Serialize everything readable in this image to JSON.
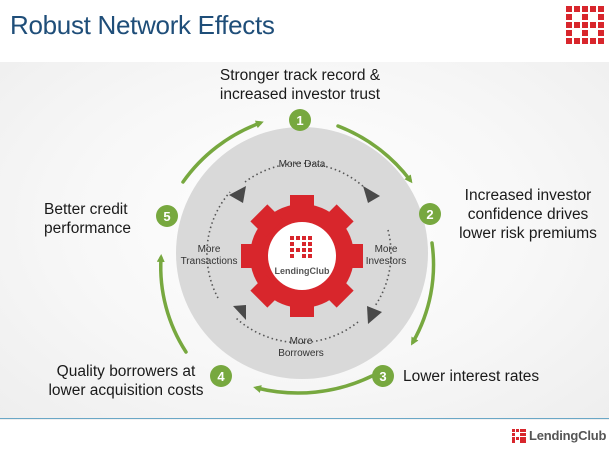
{
  "title": "Robust Network Effects",
  "colors": {
    "title": "#1f4e79",
    "green": "#77a83f",
    "brand_red": "#d8262c",
    "circle_gray": "#d9d9d9",
    "inner_arrow": "#555555"
  },
  "outer_steps": [
    {
      "number": "1",
      "line1": "Stronger track record &",
      "line2": "increased investor trust",
      "line3": ""
    },
    {
      "number": "2",
      "line1": "Increased investor",
      "line2": "confidence drives",
      "line3": "lower risk premiums"
    },
    {
      "number": "3",
      "line1": "Lower interest rates",
      "line2": "",
      "line3": ""
    },
    {
      "number": "4",
      "line1": "Quality borrowers at",
      "line2": "lower acquisition costs",
      "line3": ""
    },
    {
      "number": "5",
      "line1": "Better credit",
      "line2": "performance",
      "line3": ""
    }
  ],
  "inner_cycle": [
    {
      "line1": "More Data",
      "line2": ""
    },
    {
      "line1": "More",
      "line2": "Investors"
    },
    {
      "line1": "More",
      "line2": "Borrowers"
    },
    {
      "line1": "More",
      "line2": "Transactions"
    }
  ],
  "center_logo": {
    "text": "LendingClub"
  },
  "footer": {
    "logo_text": "LendingClub"
  }
}
